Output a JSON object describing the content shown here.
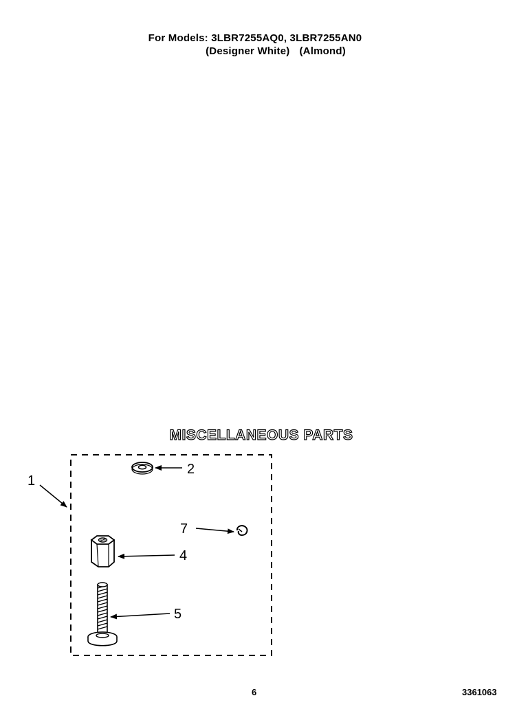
{
  "header": {
    "models_line": "For Models: 3LBR7255AQ0, 3LBR7255AN0",
    "color_white": "(Designer White)",
    "color_almond": "(Almond)"
  },
  "section": {
    "title": "MISCELLANEOUS PARTS"
  },
  "callouts": {
    "kit": "1",
    "washer": "2",
    "spacer": "4",
    "screw": "5",
    "clip": "7"
  },
  "footer": {
    "page_number": "6",
    "document_number": "3361063"
  }
}
